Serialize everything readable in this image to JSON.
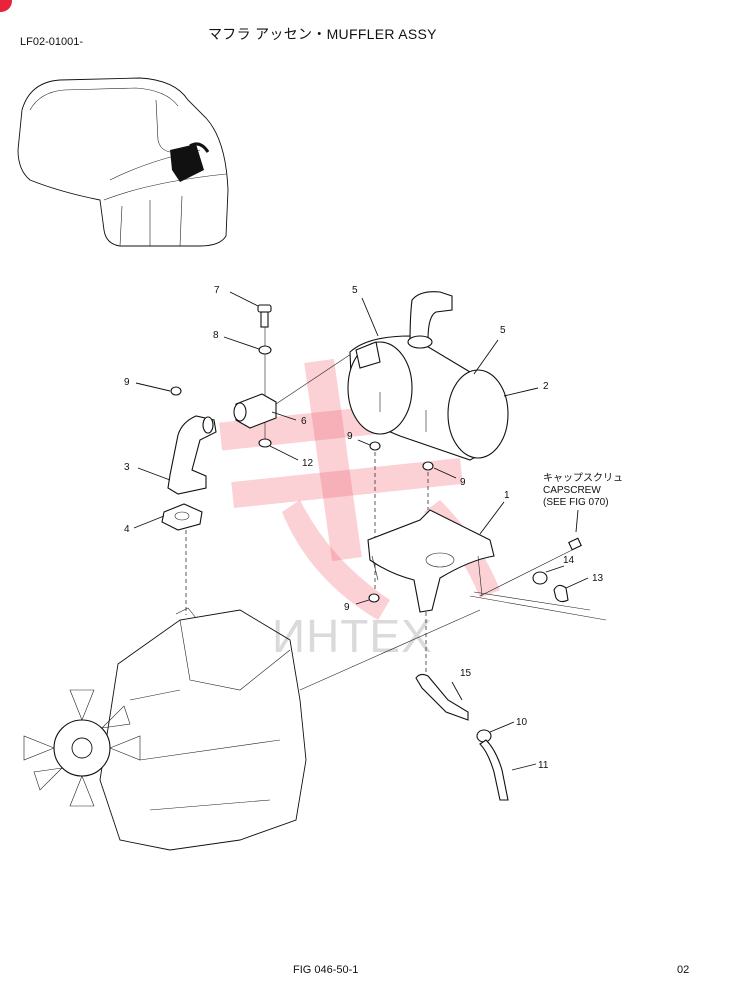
{
  "header": {
    "doc_code": "LF02-01001-",
    "title": "マフラ アッセン・MUFFLER ASSY"
  },
  "footer": {
    "figure": "FIG 046-50-1",
    "page": "02"
  },
  "watermark": {
    "text": "ИНТЕХ",
    "color": "#ef5b6a"
  },
  "note": {
    "line1": "キャップスクリュ",
    "line2": "CAPSCREW",
    "line3": "(SEE FIG 070)"
  },
  "callouts": [
    "7",
    "8",
    "9",
    "3",
    "4",
    "6",
    "12",
    "5",
    "5",
    "2",
    "9",
    "9",
    "1",
    "14",
    "13",
    "9",
    "15",
    "10",
    "11"
  ]
}
